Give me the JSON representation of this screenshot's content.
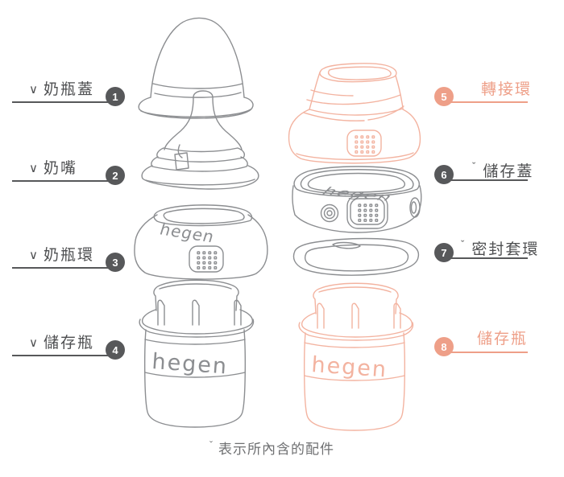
{
  "brand": {
    "logo_text": "hegen"
  },
  "colors": {
    "dark": "#57585a",
    "line-gray": "#8c8e91",
    "peach": "#ee9f88",
    "peach-line": "#f3b3a0"
  },
  "legend": {
    "left": [
      {
        "number": "1",
        "mark": "∨",
        "label": "奶瓶蓋"
      },
      {
        "number": "2",
        "mark": "∨",
        "label": "奶嘴"
      },
      {
        "number": "3",
        "mark": "∨",
        "label": "奶瓶環"
      },
      {
        "number": "4",
        "mark": "∨",
        "label": "儲存瓶"
      }
    ],
    "right": [
      {
        "number": "5",
        "mark": "",
        "label": "轉接環"
      },
      {
        "number": "6",
        "mark": "ˇ",
        "label": "儲存蓋"
      },
      {
        "number": "7",
        "mark": "ˇ",
        "label": "密封套環"
      },
      {
        "number": "8",
        "mark": "",
        "label": "儲存瓶"
      }
    ]
  },
  "footer": {
    "mark": "ˇ",
    "text": "表示所內含的配件"
  }
}
